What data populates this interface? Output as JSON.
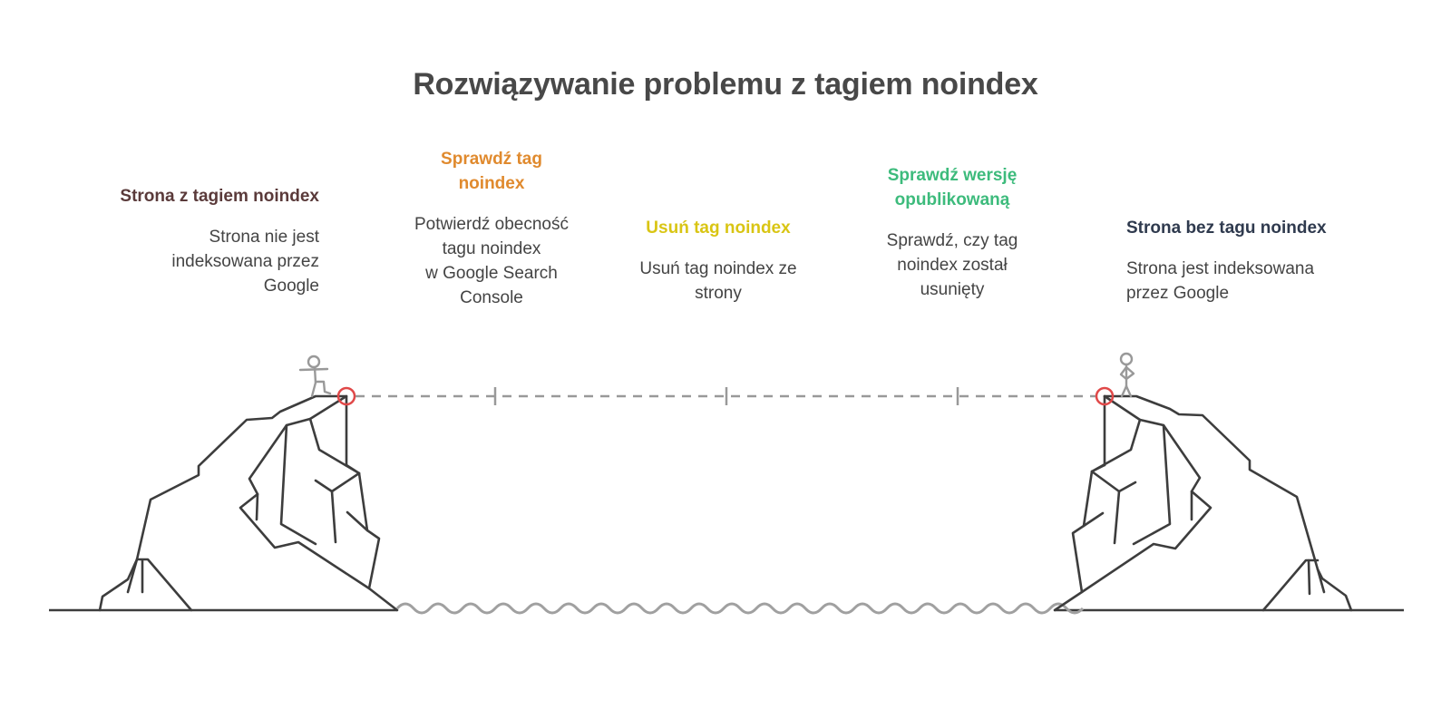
{
  "title": "Rozwiązywanie problemu z tagiem noindex",
  "colors": {
    "title": "#484848",
    "start_heading": "#5a3a3a",
    "step1_heading": "#e08a2e",
    "step2_heading": "#d9c514",
    "step3_heading": "#3dbb7c",
    "end_heading": "#2f3a4e",
    "body_text": "#444444",
    "rock_stroke": "#3d3d3d",
    "path_dash": "#999999",
    "marker_circle": "#e04848",
    "figure": "#999999",
    "water": "#a0a0a0"
  },
  "steps": [
    {
      "heading": "Strona z tagiem noindex",
      "description": "Strona nie jest\nindeksowana przez\nGoogle",
      "role": "start"
    },
    {
      "heading": "Sprawdź tag\nnoindex",
      "description": "Potwierdź obecność\ntagu noindex\nw Google Search\nConsole",
      "role": "step"
    },
    {
      "heading": "Usuń tag noindex",
      "description": "Usuń tag noindex ze\nstrony",
      "role": "step"
    },
    {
      "heading": "Sprawdź wersję\nopublikowaną",
      "description": "Sprawdź, czy tag\nnoindex został\nusunięty",
      "role": "step"
    },
    {
      "heading": "Strona bez tagu noindex",
      "description": "Strona jest indeksowana\nprzez Google",
      "role": "end"
    }
  ],
  "illustration": {
    "left_figure": "climber-figure-icon",
    "right_figure": "standing-figure-icon",
    "start_marker": "red-circle-marker",
    "end_marker": "red-circle-marker",
    "milestone_ticks": 3
  }
}
